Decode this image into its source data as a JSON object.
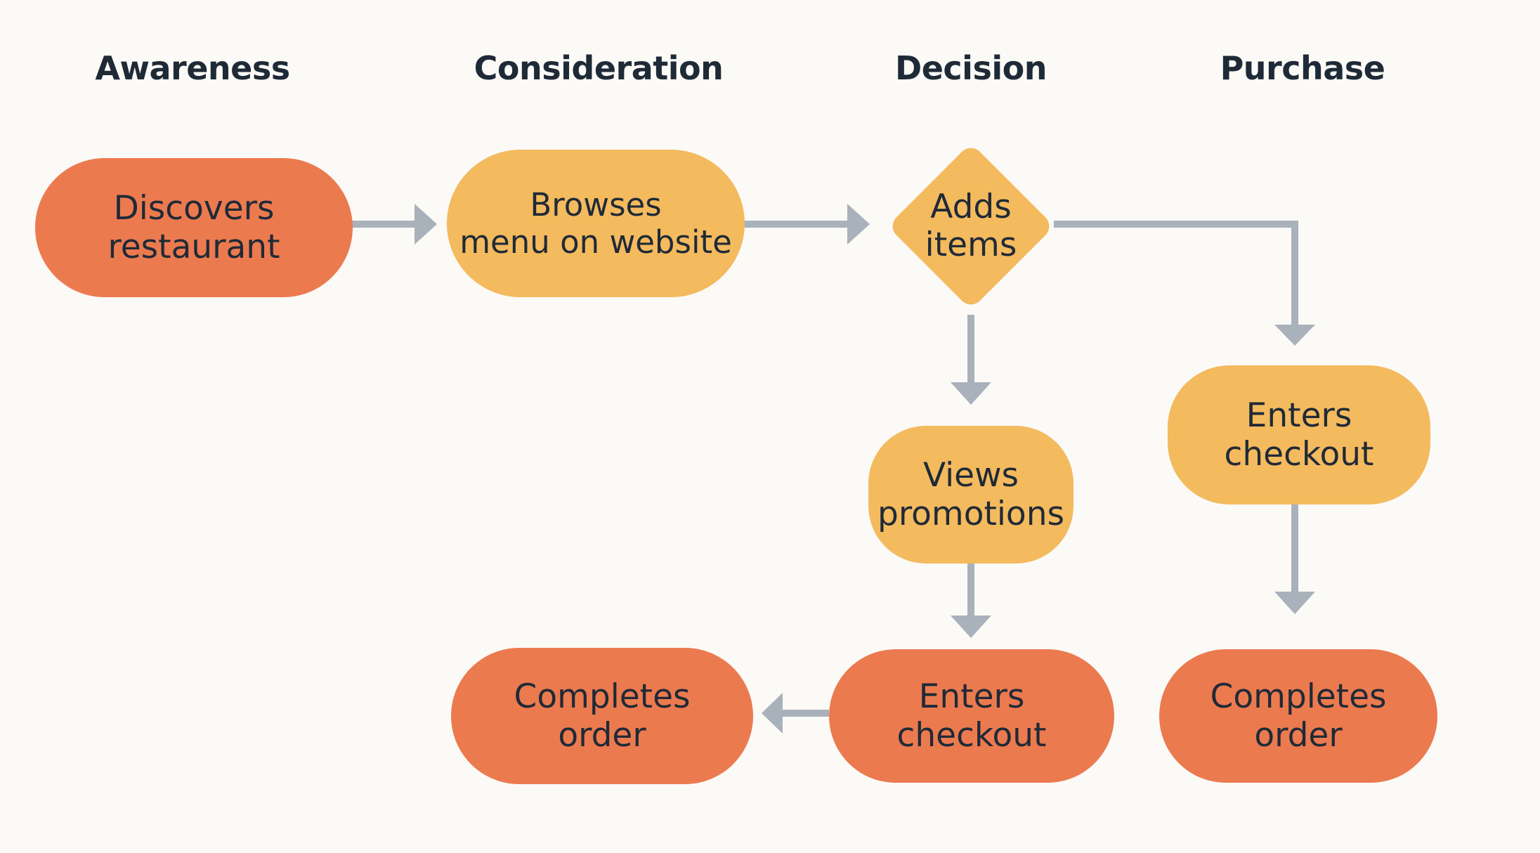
{
  "stages": [
    "Awareness",
    "Consideration",
    "Decision",
    "Purchase"
  ],
  "nodes": {
    "discovers_restaurant": "Discovers\nrestaurant",
    "browses_menu": "Browses\nmenu on website",
    "adds_items": "Adds\nitems",
    "views_promotions": "Views\npromotions",
    "enters_checkout_decision": "Enters\ncheckout",
    "completes_order_left": "Completes\norder",
    "enters_checkout_purchase": "Enters\ncheckout",
    "completes_order_right": "Completes\norder"
  },
  "colors": {
    "background": "#fbfaf7",
    "orange_node": "#ec7a4f",
    "amber_node": "#f4ba5e",
    "connector": "#a9b1bb",
    "text": "#1f2a37"
  }
}
